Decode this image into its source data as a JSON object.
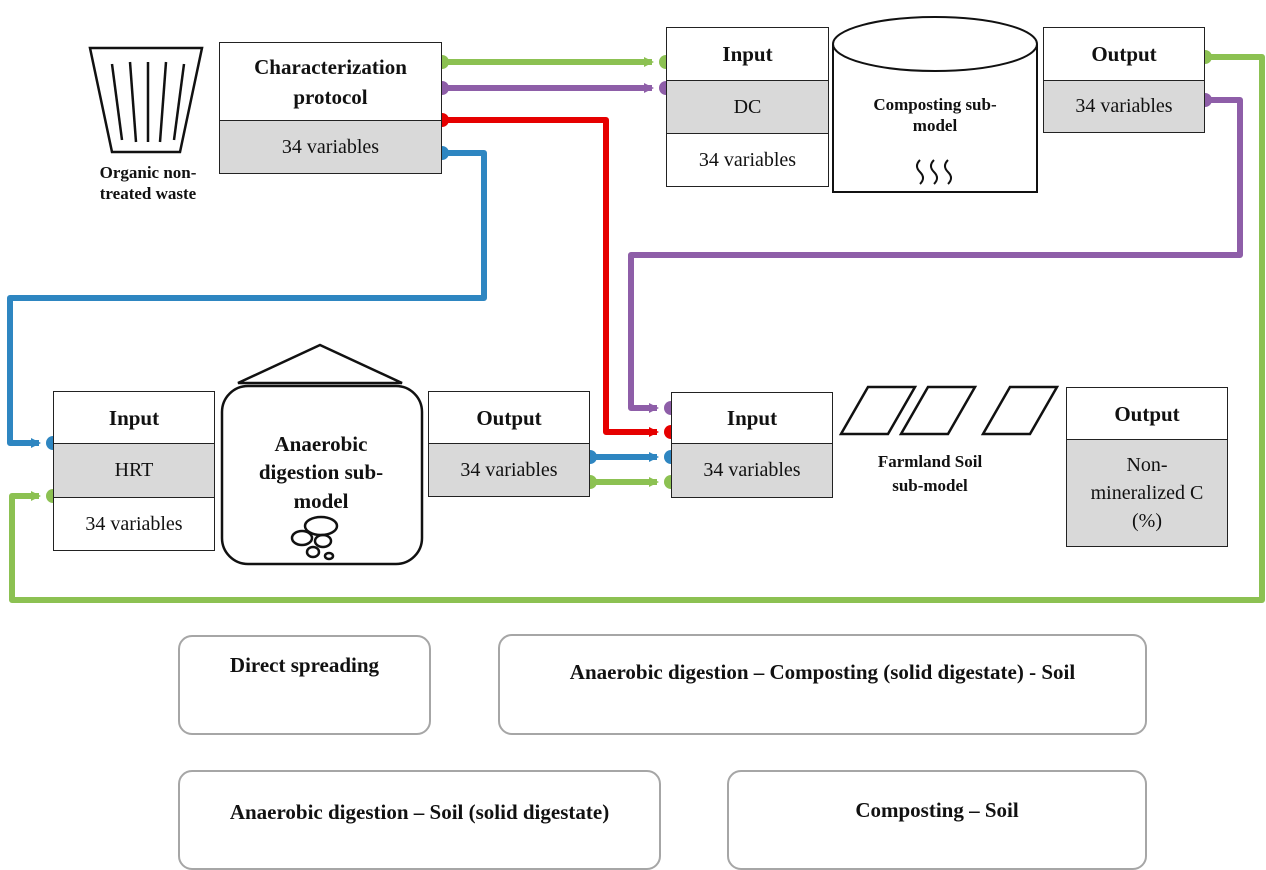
{
  "colors": {
    "direct_spreading": "#e60000",
    "ad_compost_soil": "#8cc152",
    "ad_soil": "#2e86c1",
    "compost_soil": "#8e5ea8",
    "box_border": "#222222",
    "gray_fill": "#d9d9d9",
    "legend_border": "#a6a6a6"
  },
  "icons": [
    "waste-bin-icon",
    "compost-pile-icon",
    "heat-waves-icon",
    "digester-icon",
    "bubbles-icon",
    "farmland-plots-icon"
  ],
  "waste": {
    "label": "Organic non-treated waste"
  },
  "characterization": {
    "title": "Characterization protocol",
    "variables": "34 variables"
  },
  "composting_input": {
    "title": "Input",
    "param": "DC",
    "variables": "34 variables"
  },
  "composting": {
    "label": "Composting sub-model"
  },
  "composting_output": {
    "title": "Output",
    "variables": "34 variables"
  },
  "ad_input": {
    "title": "Input",
    "param": "HRT",
    "variables": "34 variables"
  },
  "anaerobic": {
    "label": "Anaerobic digestion sub-model"
  },
  "ad_output": {
    "title": "Output",
    "variables": "34 variables"
  },
  "soil_input": {
    "title": "Input",
    "variables": "34 variables"
  },
  "soil": {
    "label": "Farmland Soil sub-model"
  },
  "soil_output": {
    "title": "Output",
    "value": "Non-mineralized C (%)"
  },
  "legend": {
    "direct": "Direct spreading",
    "ad_compost_soil": "Anaerobic digestion – Composting (solid digestate) - Soil",
    "ad_soil": "Anaerobic digestion – Soil (solid digestate)",
    "compost_soil": "Composting – Soil"
  }
}
